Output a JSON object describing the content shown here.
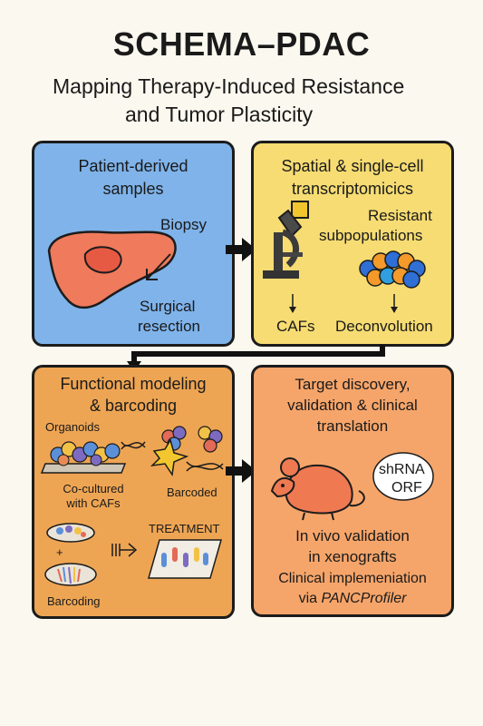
{
  "title": "SCHEMA–PDAC",
  "subtitle_line1": "Mapping Therapy-Induced Resistance",
  "subtitle_line2": "and Tumor Plasticity",
  "panel1": {
    "title_line1": "Patient-derived",
    "title_line2": "samples",
    "biopsy": "Biopsy",
    "resection_line1": "Surgical",
    "resection_line2": "resection",
    "colors": {
      "bg": "#7fb3ea",
      "organ": "#f07a5c",
      "tumor": "#e65a44"
    }
  },
  "panel2": {
    "title_line1": "Spatial & single-cell",
    "title_line2": "transcriptomicics",
    "resistant_line1": "Resistant",
    "resistant_line2": "subpopulations",
    "cafs": "CAFs",
    "deconvolution": "Deconvolution",
    "colors": {
      "bg": "#f6dc72"
    }
  },
  "panel3": {
    "title_line1": "Functional modeling",
    "title_line2": "& barcoding",
    "organoids": "Organoids",
    "coculture_line1": "Co-cultured",
    "coculture_line2": "with CAFs",
    "barcoded": "Barcoded",
    "treatment": "TREATMENT",
    "barcoding": "Barcoding",
    "colors": {
      "bg": "#eea553"
    }
  },
  "panel4": {
    "title_line1": "Target discovery,",
    "title_line2": "validation & clinical",
    "title_line3": "translation",
    "shrna": "shRNA",
    "orf": "ORF",
    "invivo_line1": "In vivo validation",
    "invivo_line2": "in xenografts",
    "clinical_line1": "Clinical implemeniation",
    "clinical_line2_prefix": "via ",
    "clinical_line2_italic": "PANCProfiler",
    "colors": {
      "bg": "#f6a56a",
      "mouse": "#ef7a52"
    }
  }
}
